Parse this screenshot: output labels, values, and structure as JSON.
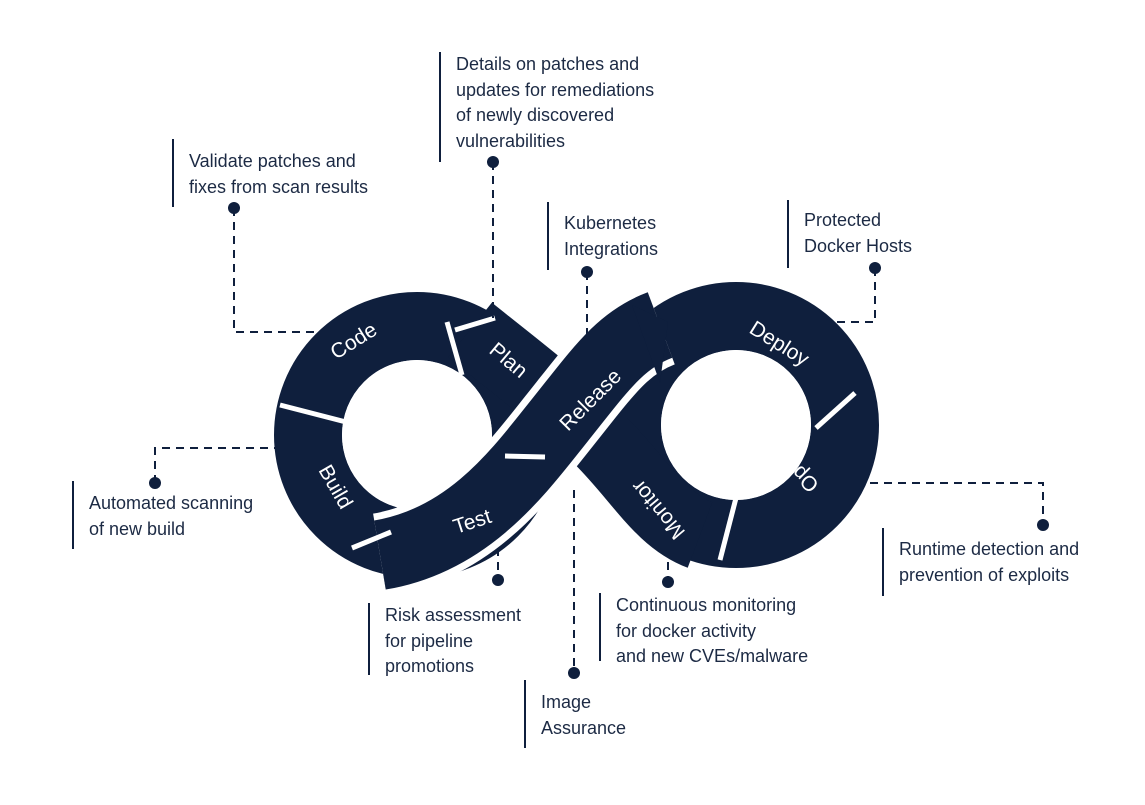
{
  "colors": {
    "loop": "#0f1f3d",
    "segment_divider": "#ffffff",
    "connector": "#0f1f3d",
    "text": "#1c2a44",
    "background": "#ffffff"
  },
  "stages": {
    "code": "Code",
    "plan": "Plan",
    "build": "Build",
    "test": "Test",
    "release": "Release",
    "deploy": "Deploy",
    "operate": "Operate",
    "monitor": "Monitor"
  },
  "annotations": {
    "plan_details": [
      "Details on patches and",
      "updates for remediations",
      "of newly discovered",
      "vulnerabilities"
    ],
    "code_validate": [
      "Validate patches and",
      "fixes from scan results"
    ],
    "release_k8s": [
      "Kubernetes",
      "Integrations"
    ],
    "deploy_hosts": [
      "Protected",
      "Docker Hosts"
    ],
    "build_scan": [
      "Automated scanning",
      "of new build"
    ],
    "operate_runtime": [
      "Runtime detection and",
      "prevention of exploits"
    ],
    "test_risk": [
      "Risk assessment",
      "for pipeline",
      "promotions"
    ],
    "monitor_continuous": [
      "Continuous monitoring",
      "for docker activity",
      "and new CVEs/malware"
    ],
    "release_image": [
      "Image",
      "Assurance"
    ]
  }
}
